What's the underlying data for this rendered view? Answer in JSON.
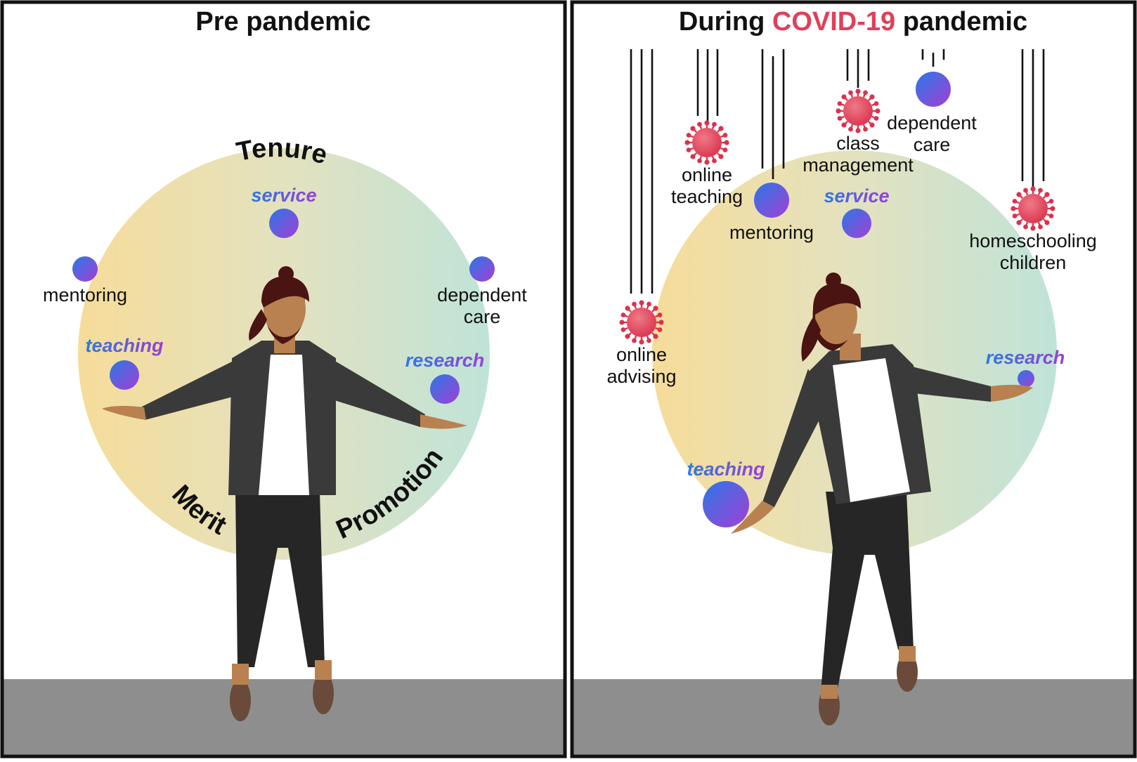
{
  "panels": {
    "left": {
      "title": "Pre pandemic",
      "arc_labels": {
        "top": "Tenure",
        "bottom_left": "Merit",
        "bottom_right": "Promotion"
      },
      "balls": {
        "service": "service",
        "teaching": "teaching",
        "research": "research",
        "mentoring": "mentoring",
        "dependent_care_line1": "dependent",
        "dependent_care_line2": "care"
      }
    },
    "right": {
      "title_prefix": "During",
      "title_highlight": "COVID-19",
      "title_suffix": "pandemic",
      "balls": {
        "service": "service",
        "teaching": "teaching",
        "research": "research",
        "mentoring": "mentoring",
        "dependent_care_line1": "dependent",
        "dependent_care_line2": "care"
      },
      "viruses": {
        "online_teaching_line1": "online",
        "online_teaching_line2": "teaching",
        "class_management_line1": "class",
        "class_management_line2": "management",
        "homeschooling_line1": "homeschooling",
        "homeschooling_line2": "children",
        "online_advising_line1": "online",
        "online_advising_line2": "advising"
      }
    }
  },
  "colors": {
    "virus_red": "#e0405a",
    "ball_blue": "#2f6fe0",
    "ball_purple": "#9b3fd6",
    "floor_gray": "#8e8e8e",
    "jacket": "#3a3a3a",
    "skin": "#b8814f",
    "hair": "#4a1412"
  }
}
